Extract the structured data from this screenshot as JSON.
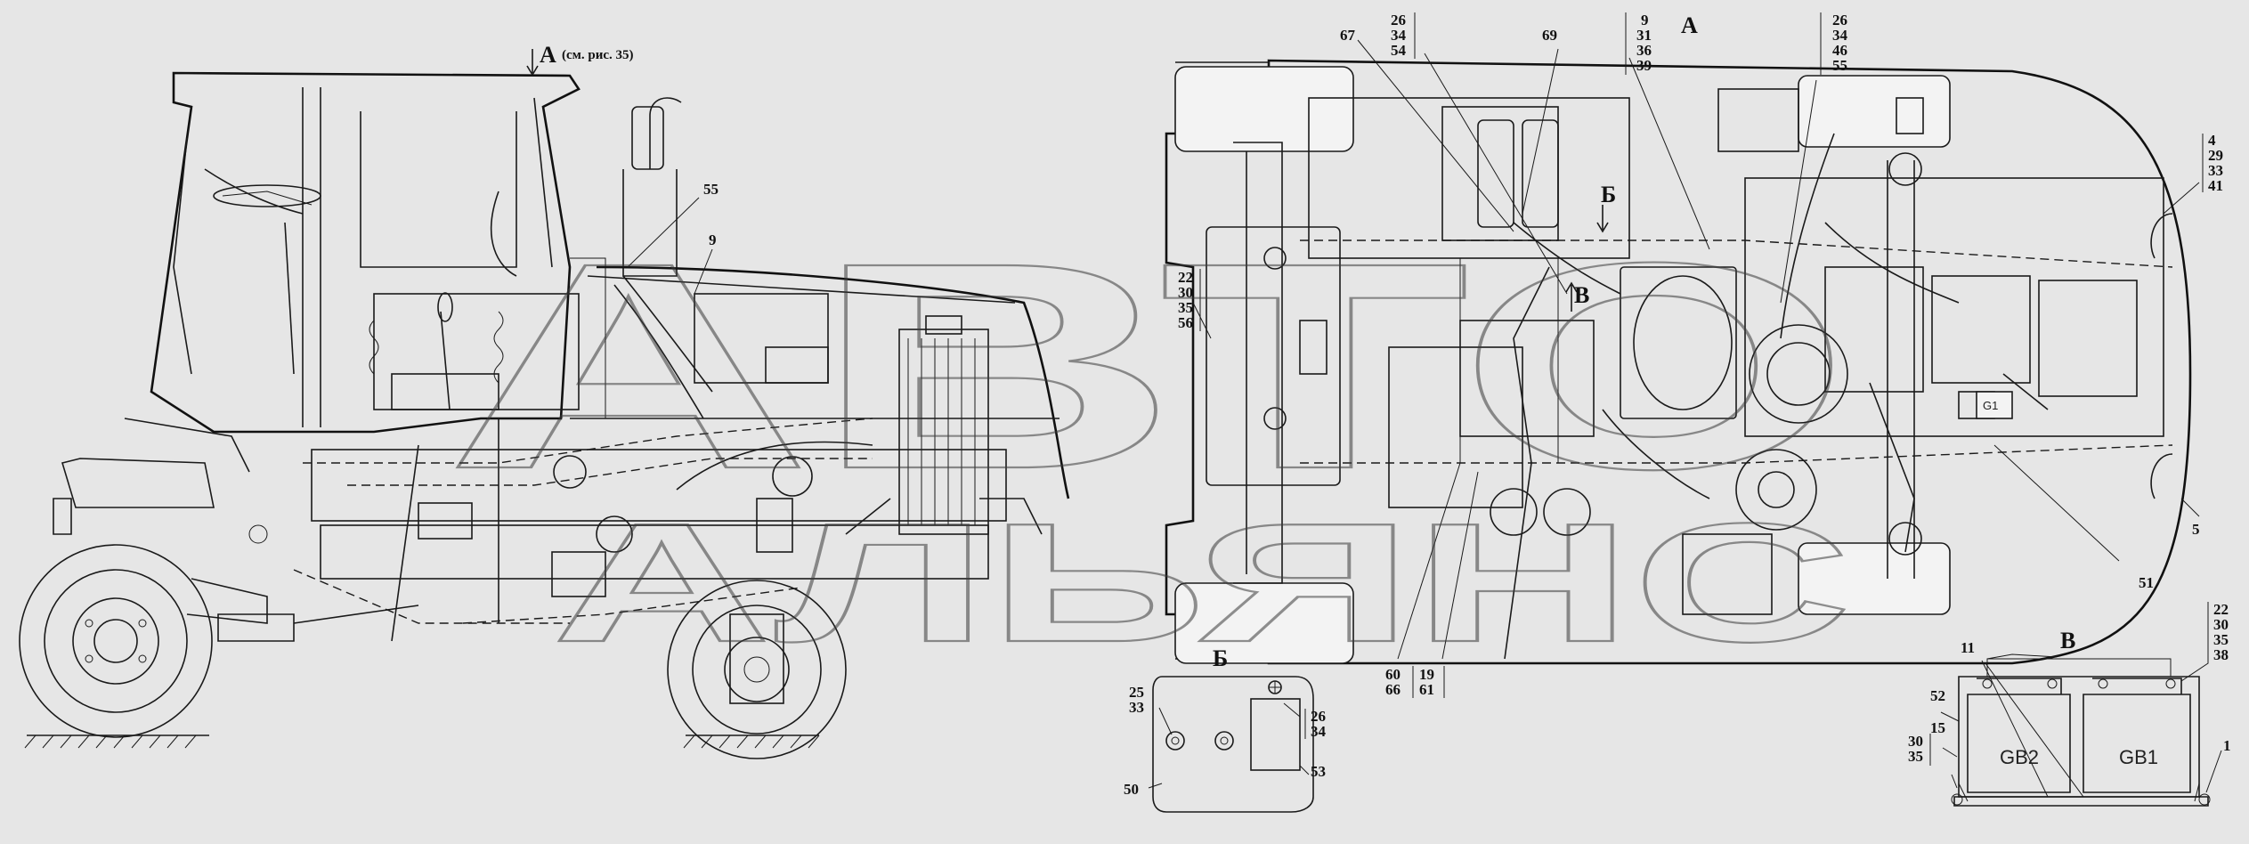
{
  "watermark": {
    "line1": "АВТО",
    "line2": "АЛЬЯНС"
  },
  "view_a_title": {
    "letter": "А",
    "note": "(см. рис. 35)"
  },
  "plan_view_title": "А",
  "view_b": {
    "title": "Б",
    "marker": "Б"
  },
  "view_v": {
    "title": "В",
    "marker": "В"
  },
  "batteries": {
    "gb1": "GB1",
    "gb2": "GB2",
    "g1": "G1"
  },
  "callouts": {
    "c55": "55",
    "c9": "9",
    "c67": "67",
    "c26a": "26",
    "c34a": "34",
    "c54": "54",
    "c69": "69",
    "c9b": "9",
    "c31": "31",
    "c36": "36",
    "c39": "39",
    "c26b": "26",
    "c34b": "34",
    "c46": "46",
    "c55b": "55",
    "c4": "4",
    "c29": "29",
    "c33": "33",
    "c41": "41",
    "c22a": "22",
    "c30a": "30",
    "c35a": "35",
    "c56": "56",
    "c5": "5",
    "c51": "51",
    "c60": "60",
    "c66": "66",
    "c19": "19",
    "c61": "61",
    "c25": "25",
    "c33b": "33",
    "c26c": "26",
    "c34c": "34",
    "c50": "50",
    "c53": "53",
    "c22b": "22",
    "c30b": "30",
    "c35b": "35",
    "c38": "38",
    "c11": "11",
    "c52": "52",
    "c15": "15",
    "c30c": "30",
    "c35c": "35",
    "c1": "1"
  }
}
